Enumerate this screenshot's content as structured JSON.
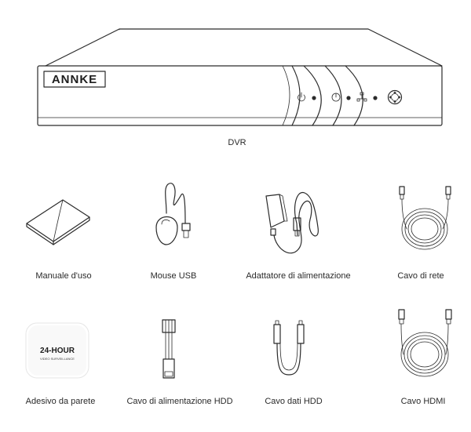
{
  "main_item": {
    "caption": "DVR",
    "brand": "ANNKE"
  },
  "accessories": [
    {
      "caption": "Manuale d'uso",
      "icon": "manual-icon"
    },
    {
      "caption": "Mouse USB",
      "icon": "usb-mouse-icon"
    },
    {
      "caption": "Adattatore di alimentazione",
      "icon": "power-adapter-icon"
    },
    {
      "caption": "Cavo di rete",
      "icon": "network-cable-icon"
    },
    {
      "caption": "Adesivo da parete",
      "icon": "wall-sticker-icon",
      "sticker_title": "24-HOUR",
      "sticker_subtitle": "VIDEO SURVEILLANCE"
    },
    {
      "caption": "Cavo di alimentazione HDD",
      "icon": "hdd-power-cable-icon"
    },
    {
      "caption": "Cavo dati HDD",
      "icon": "hdd-data-cable-icon"
    },
    {
      "caption": "Cavo HDMI",
      "icon": "hdmi-cable-icon"
    }
  ],
  "dvr_panel_icons": [
    "power-icon",
    "hdd-icon",
    "network-icon",
    "nav-button-icon"
  ],
  "colors": {
    "line": "#2b2b2b",
    "background": "#ffffff"
  }
}
